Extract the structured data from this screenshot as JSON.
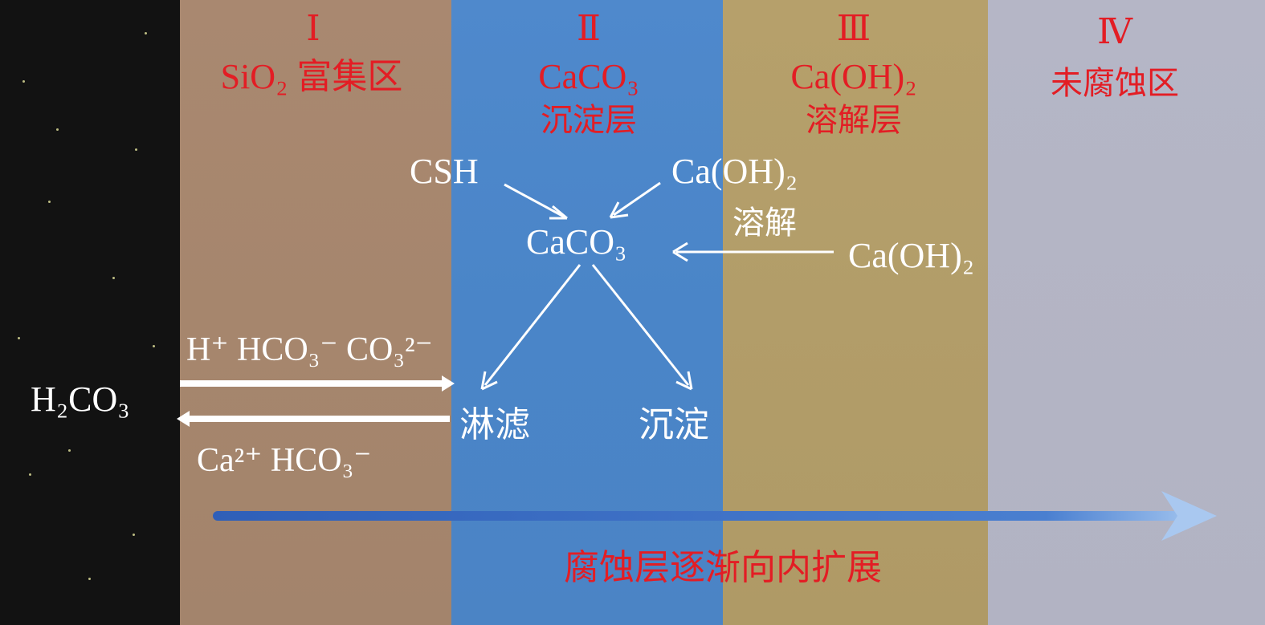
{
  "zones": {
    "z1": {
      "numeral": "Ⅰ",
      "name": "SiO₂ 富集区"
    },
    "z2": {
      "numeral": "Ⅱ",
      "formula": "CaCO₃",
      "name": "沉淀层"
    },
    "z3": {
      "numeral": "Ⅲ",
      "formula": "Ca(OH)₂",
      "name": "溶解层"
    },
    "z4": {
      "numeral": "Ⅳ",
      "name": "未腐蚀区"
    }
  },
  "labels": {
    "csh": "CSH",
    "caoh2_top": "Ca(OH)₂",
    "dissolve": "溶解",
    "caco3_center": "CaCO₃",
    "caoh2_right": "Ca(OH)₂",
    "h2co3": "H₂CO₃",
    "ions_in": "H⁺  HCO₃⁻  CO₃²⁻",
    "ions_out": "Ca²⁺   HCO₃⁻",
    "leach": "淋滤",
    "precipitate": "沉淀",
    "expand": "腐蚀层逐渐向内扩展"
  },
  "colors": {
    "red_text": "#e31d24",
    "white_text": "#ffffff",
    "zone_dark": "#121212",
    "zone_i": "#a6866d",
    "zone_ii": "#4a85c8",
    "zone_iii": "#b29d69",
    "zone_iv": "#b2b3c3",
    "expand_arrow": "#3d6fc2"
  }
}
